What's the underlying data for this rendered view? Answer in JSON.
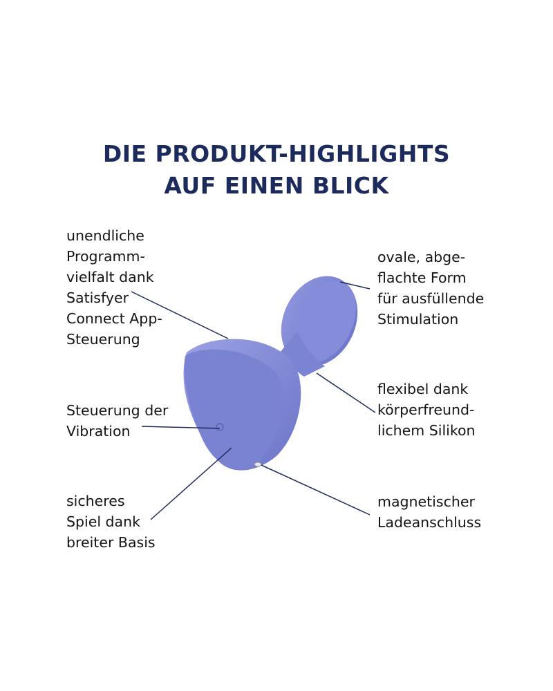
{
  "title": {
    "line1": "DIE PRODUKT-HIGHLIGHTS",
    "line2": "AUF EINEN BLICK"
  },
  "colors": {
    "title": "#1c2a5c",
    "product": "#7f87d6",
    "text": "#141414"
  },
  "features_left": [
    {
      "lines": [
        "unendliche",
        "Programm-",
        "vielfalt dank",
        "Satisfyer",
        "Connect App-",
        "Steuerung"
      ]
    },
    {
      "lines": [
        "Steuerung der",
        "Vibration"
      ]
    },
    {
      "lines": [
        "sicheres",
        "Spiel dank",
        "breiter Basis"
      ]
    }
  ],
  "features_right": [
    {
      "lines": [
        "ovale, abge-",
        "flachte Form",
        "für ausfüllende",
        "Stimulation"
      ]
    },
    {
      "lines": [
        "flexibel dank",
        "körperfreund-",
        "lichem Silikon"
      ]
    },
    {
      "lines": [
        "magnetischer",
        "Ladeanschluss"
      ]
    }
  ]
}
